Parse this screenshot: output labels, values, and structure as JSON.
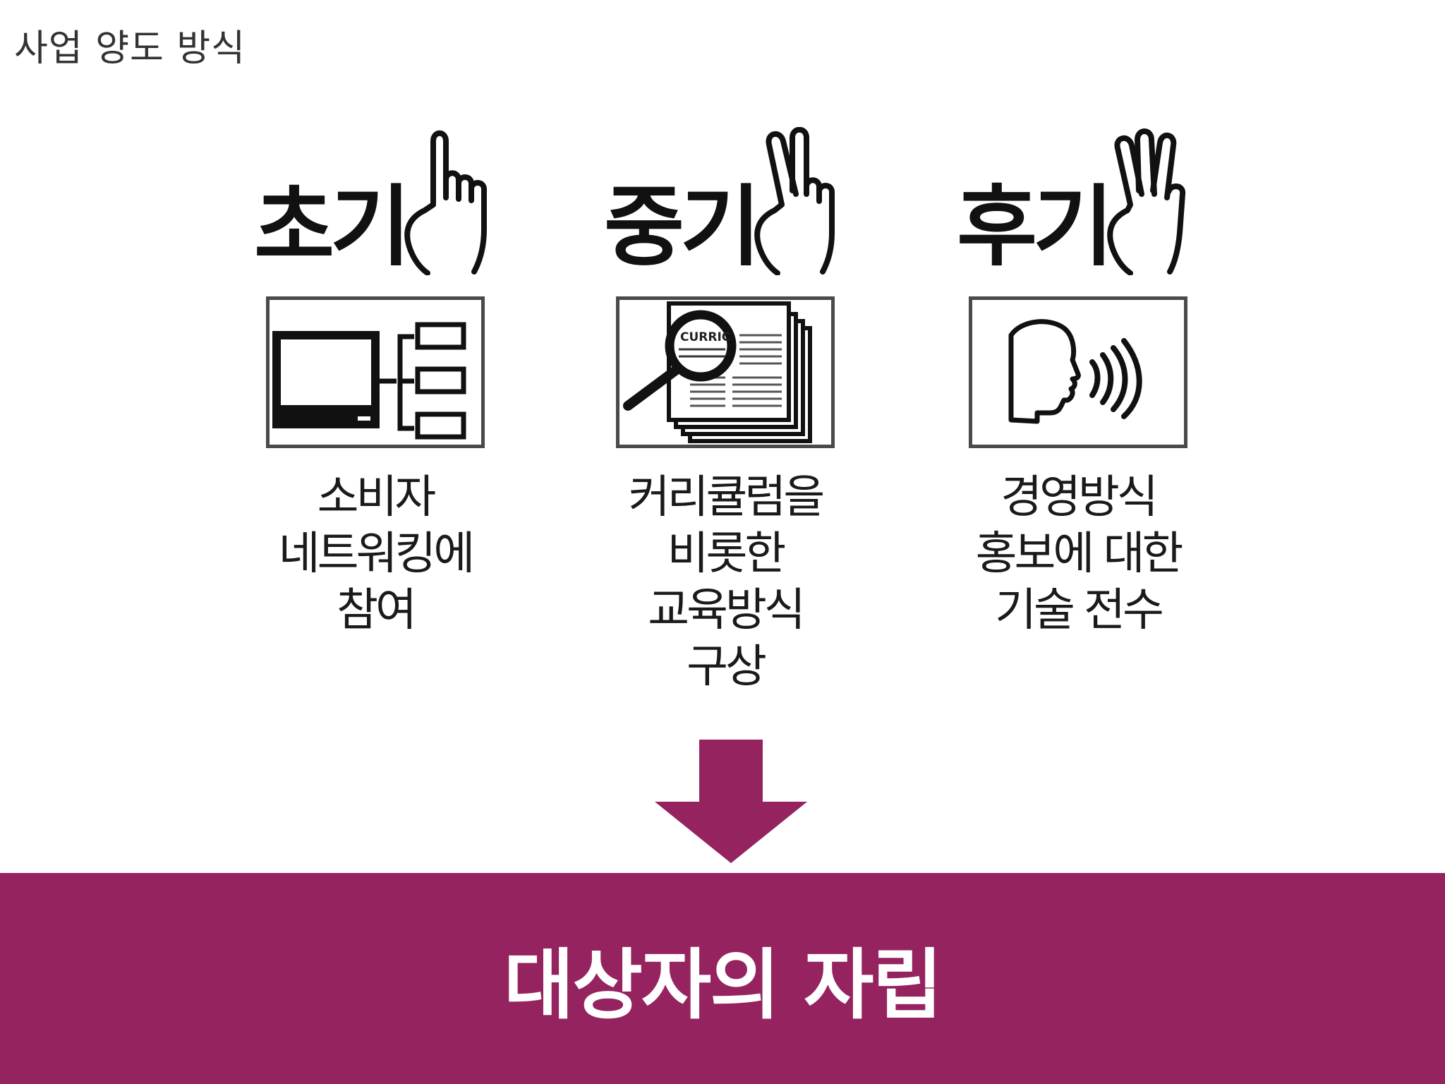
{
  "slide": {
    "title": "사업 양도 방식"
  },
  "stages": [
    {
      "title": "초기",
      "fingers": 1,
      "icon": "computer-network-icon",
      "lines": [
        "소비자",
        "네트워킹에",
        "참여"
      ]
    },
    {
      "title": "중기",
      "fingers": 2,
      "icon": "curriculum-magnifier-icon",
      "icon_text": "CURRIC",
      "lines": [
        "커리큘럼을",
        "비롯한",
        "교육방식",
        "구상"
      ]
    },
    {
      "title": "후기",
      "fingers": 3,
      "icon": "speaking-head-icon",
      "lines": [
        "경영방식",
        "홍보에 대한",
        "기술 전수"
      ]
    }
  ],
  "arrow": {
    "icon": "down-arrow-icon"
  },
  "result": {
    "text": "대상자의 자립"
  },
  "colors": {
    "accent": "#95235f",
    "title_text": "#333333",
    "body_text": "#111111"
  }
}
